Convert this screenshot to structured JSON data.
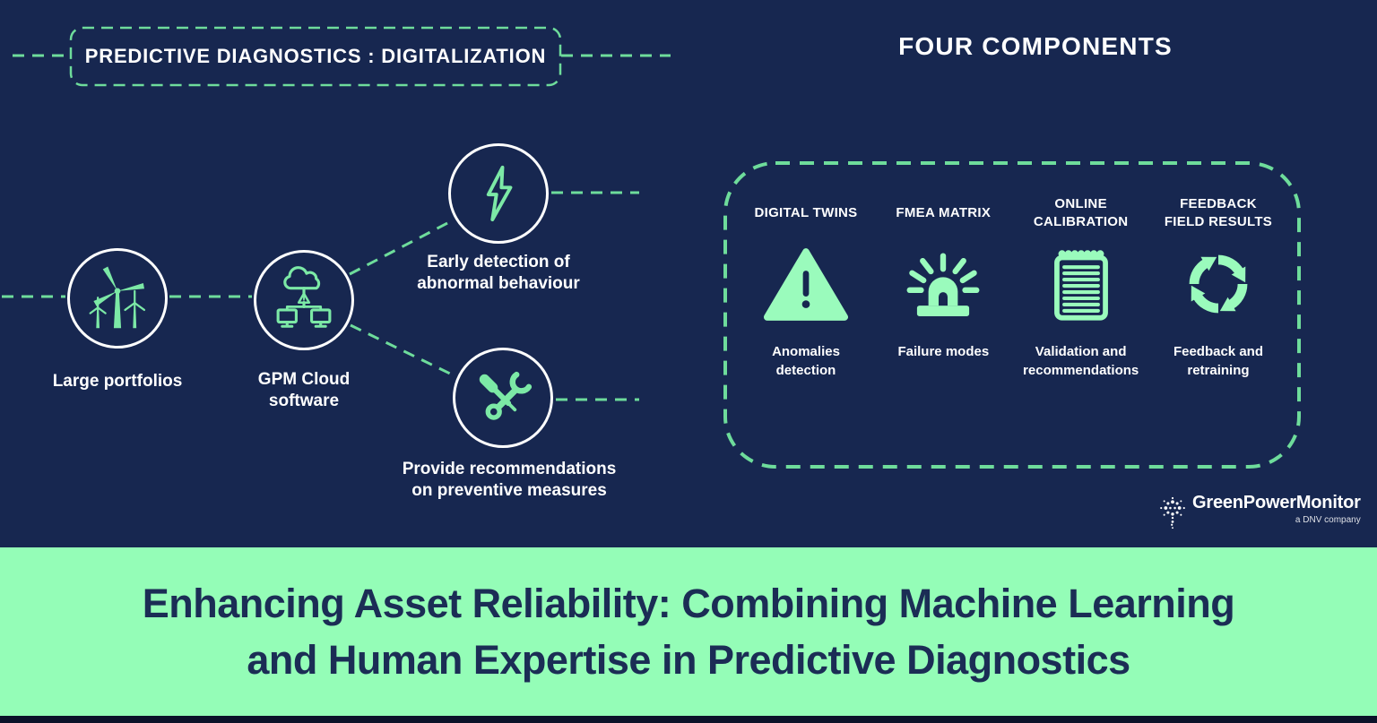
{
  "colors": {
    "navy_background": "#172750",
    "dash_green": "#6edc9b",
    "icon_green": "#7ce9a6",
    "icon_green_light": "#9afbbc",
    "band_green": "#94fdb7",
    "headline_navy": "#1b2d55",
    "bottom_strip_navy": "#0b1229",
    "white": "#ffffff"
  },
  "header": {
    "title": "PREDICTIVE DIAGNOSTICS : DIGITALIZATION"
  },
  "flow": {
    "nodes": [
      {
        "label": "Large portfolios",
        "icon": "wind-turbines-icon"
      },
      {
        "label": "GPM Cloud\nsoftware",
        "icon": "cloud-network-icon"
      },
      {
        "label": "Early detection of\nabnormal behaviour",
        "icon": "lightning-bolt-icon"
      },
      {
        "label": "Provide recommendations\non preventive measures",
        "icon": "crossed-tools-icon"
      }
    ]
  },
  "components": {
    "heading": "FOUR COMPONENTS",
    "items": [
      {
        "title": "DIGITAL TWINS",
        "caption": "Anomalies\ndetection",
        "icon": "warning-triangle-icon"
      },
      {
        "title": "FMEA MATRIX",
        "caption": "Failure modes",
        "icon": "siren-icon"
      },
      {
        "title": "ONLINE\nCALIBRATION",
        "caption": "Validation and\nrecommendations",
        "icon": "notepad-icon"
      },
      {
        "title": "FEEDBACK\nFIELD RESULTS",
        "caption": "Feedback and\nretraining",
        "icon": "cycle-arrows-icon"
      }
    ]
  },
  "logo": {
    "name": "GreenPowerMonitor",
    "tagline": "a DNV company"
  },
  "banner": {
    "line1": "Enhancing Asset Reliability: Combining Machine Learning",
    "line2": "and Human Expertise in Predictive Diagnostics"
  }
}
